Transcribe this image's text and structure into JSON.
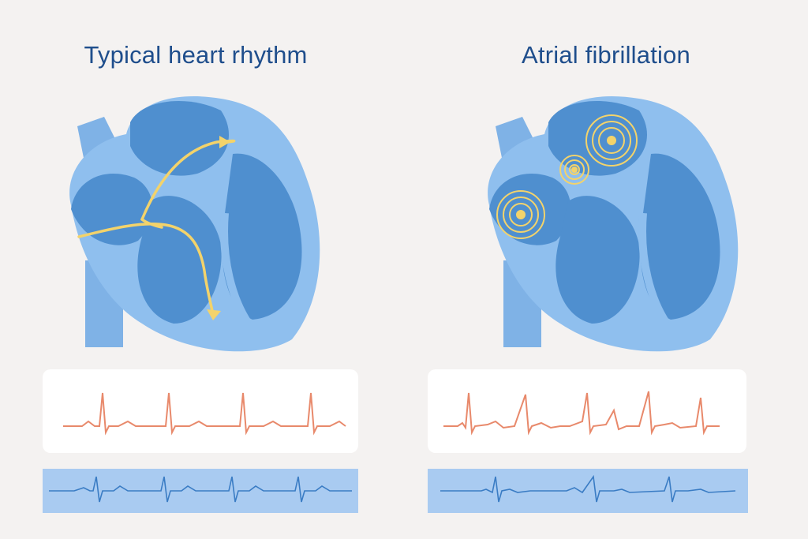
{
  "panels": {
    "typical": {
      "title": "Typical heart rhythm"
    },
    "afib": {
      "title": "Atrial fibrillation"
    }
  },
  "colors": {
    "background": "#f4f2f1",
    "title": "#1f4e8c",
    "heart_outer": "#8fbfee",
    "heart_inner": "#4f8fcf",
    "signal": "#f3d36b",
    "ecg_trace": "#e8896b",
    "strip_bg": "#a9cbf1",
    "strip_trace": "#3a7cc4"
  },
  "icons": [
    "heart-illustration",
    "conduction-arrows",
    "ectopic-focus-icon",
    "ecg-trace"
  ]
}
